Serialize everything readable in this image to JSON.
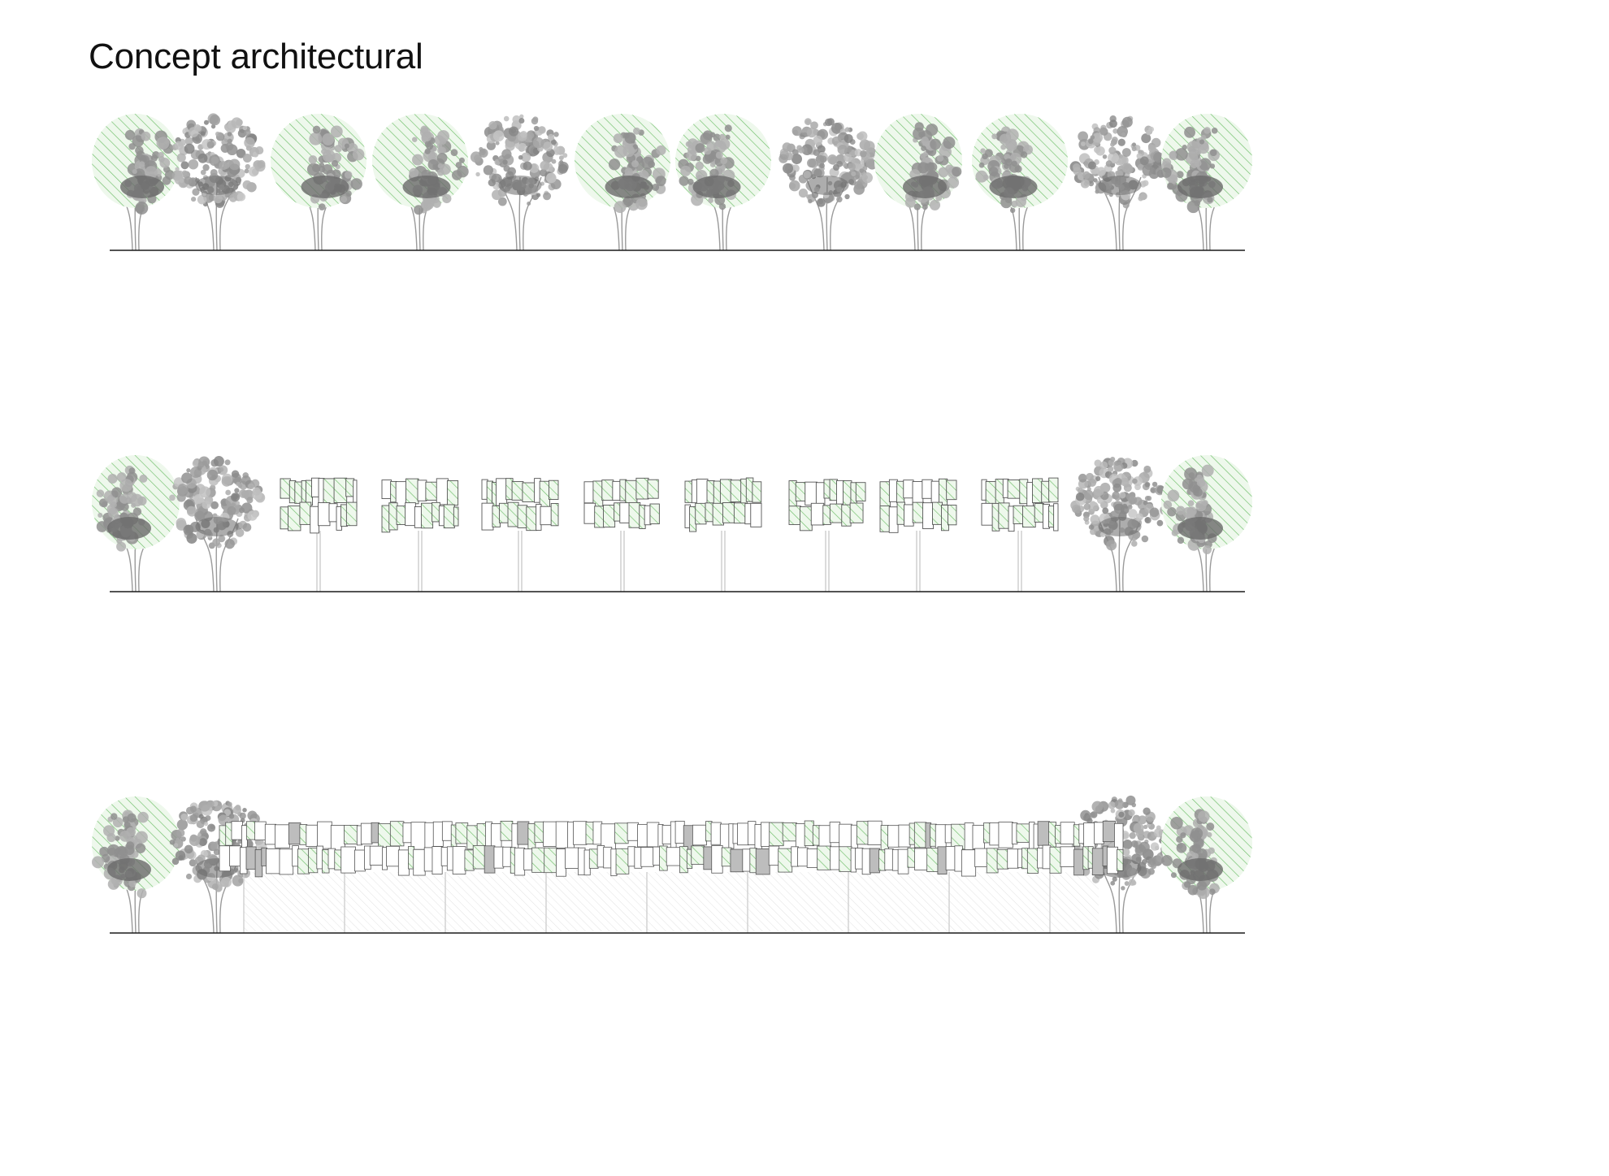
{
  "title": "Concept architectural",
  "colors": {
    "hatch_green": "#6fbf6a",
    "canopy_fill": "#e9f6e6",
    "foliage_gray": "#8f8f8f",
    "foliage_dark": "#6a6a6a",
    "trunk": "#9a9a9a",
    "ground": "#1a1a1a",
    "panel_stroke": "#555555",
    "light_gray": "#cfcfcf"
  },
  "rows": [
    {
      "name": "row-trees",
      "elements": [
        "hatched",
        "dense",
        "hatched",
        "hatched",
        "dense",
        "hatched",
        "hatched",
        "dense",
        "hatched",
        "hatched",
        "dense",
        "hatched"
      ]
    },
    {
      "name": "row-modules",
      "elements": [
        "hatched",
        "dense",
        "module",
        "module",
        "module",
        "module",
        "module",
        "module",
        "module",
        "module",
        "dense",
        "hatched"
      ]
    },
    {
      "name": "row-continuous",
      "elements": [
        "hatched",
        "dense",
        "facade",
        "dense",
        "hatched"
      ]
    }
  ]
}
